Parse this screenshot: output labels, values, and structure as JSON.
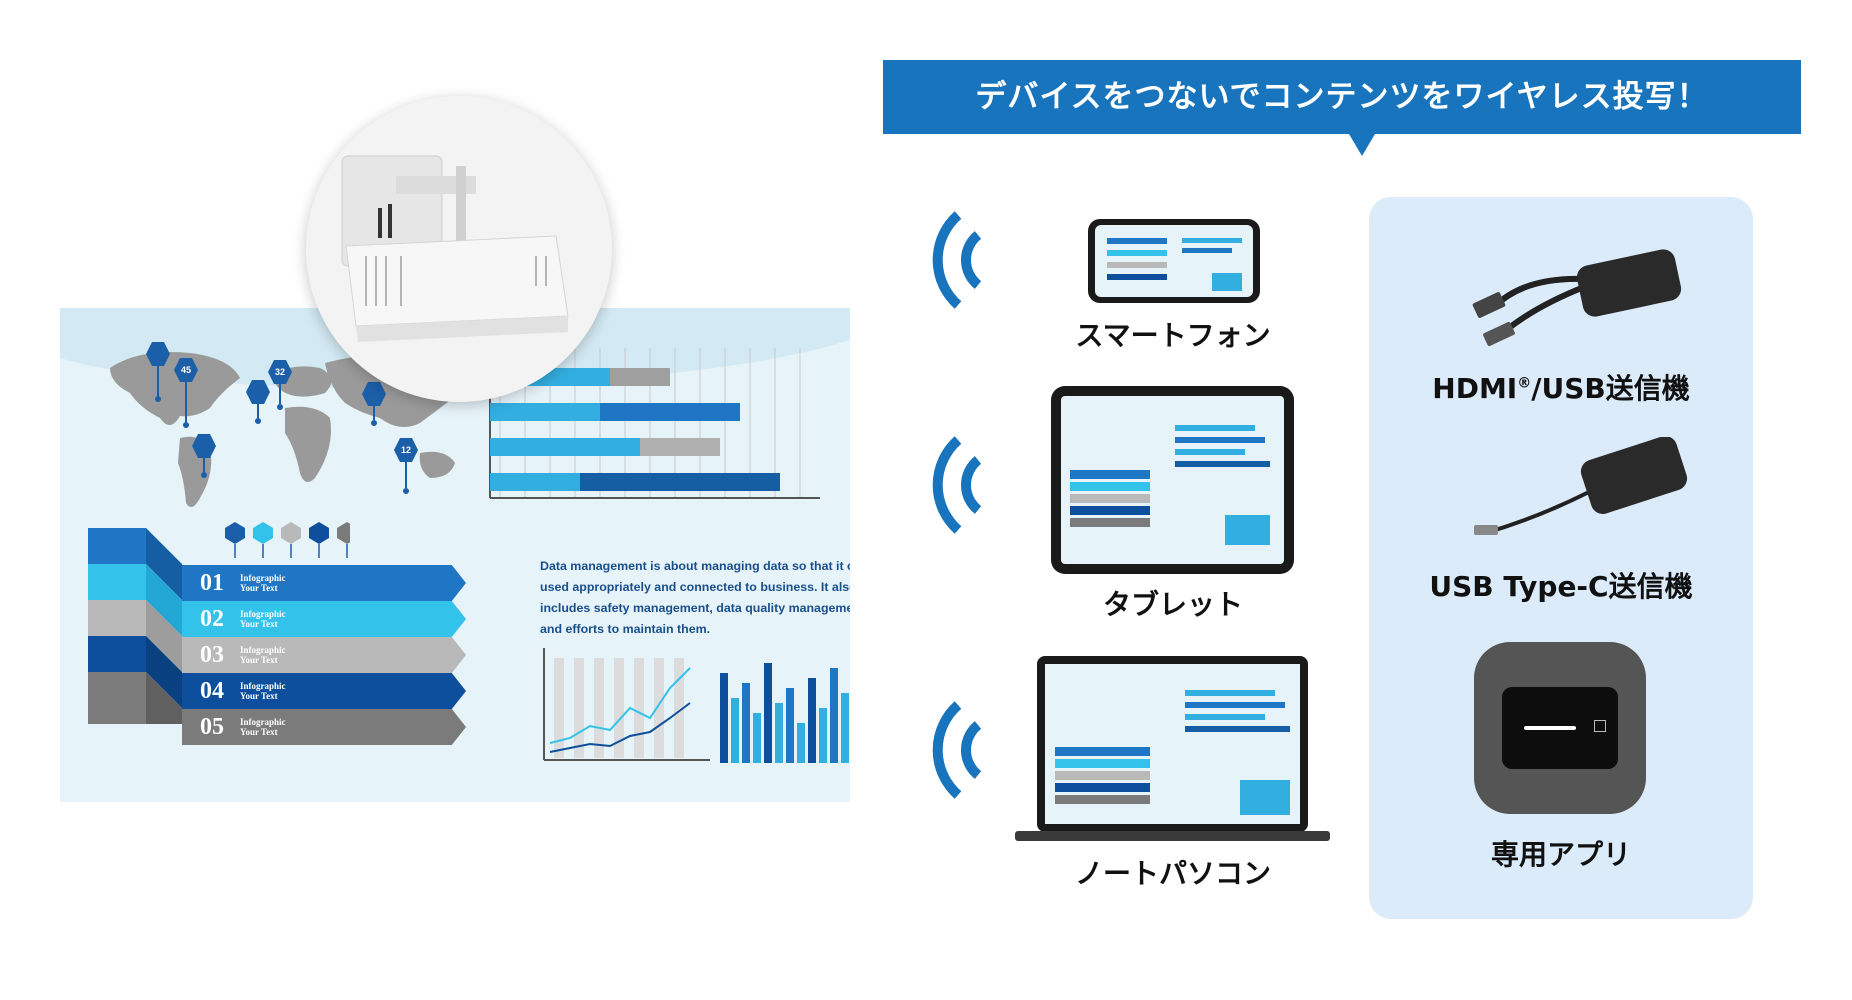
{
  "banner": {
    "text": "デバイスをつないでコンテンツをワイヤレス投写！"
  },
  "devices": [
    {
      "label": "スマートフォン"
    },
    {
      "label": "タブレット"
    },
    {
      "label": "ノートパソコン"
    }
  ],
  "transmitters": [
    {
      "label_main": "HDMI",
      "label_mark": "®",
      "label_rest": "/USB送信機"
    },
    {
      "label_main": "USB Type-C送信機"
    },
    {
      "label_main": "専用アプリ"
    }
  ],
  "screen": {
    "pins": [
      "45",
      "32",
      "12"
    ],
    "steps": [
      {
        "num": "01",
        "line1": "Infographic",
        "line2": "Your Text"
      },
      {
        "num": "02",
        "line1": "Infographic",
        "line2": "Your Text"
      },
      {
        "num": "03",
        "line1": "Infographic",
        "line2": "Your Text"
      },
      {
        "num": "04",
        "line1": "Infographic",
        "line2": "Your Text"
      },
      {
        "num": "05",
        "line1": "Infographic",
        "line2": "Your Text"
      }
    ],
    "paragraph": "Data management is about managing data so that it can be used appropriately and connected to business. It also includes safety management, data quality management, and efforts to maintain them."
  },
  "colors": {
    "brand_blue": "#1874bc",
    "panel_bg": "#dcebfa",
    "step_colors": [
      "#1f76c4",
      "#33c2ea",
      "#b9b9b9",
      "#0d4f9c",
      "#7b7b7b"
    ]
  },
  "icons": [
    "wifi-icon",
    "projector-image",
    "hdmi-usb-dongle-image",
    "usbc-dongle-image",
    "app-icon"
  ]
}
